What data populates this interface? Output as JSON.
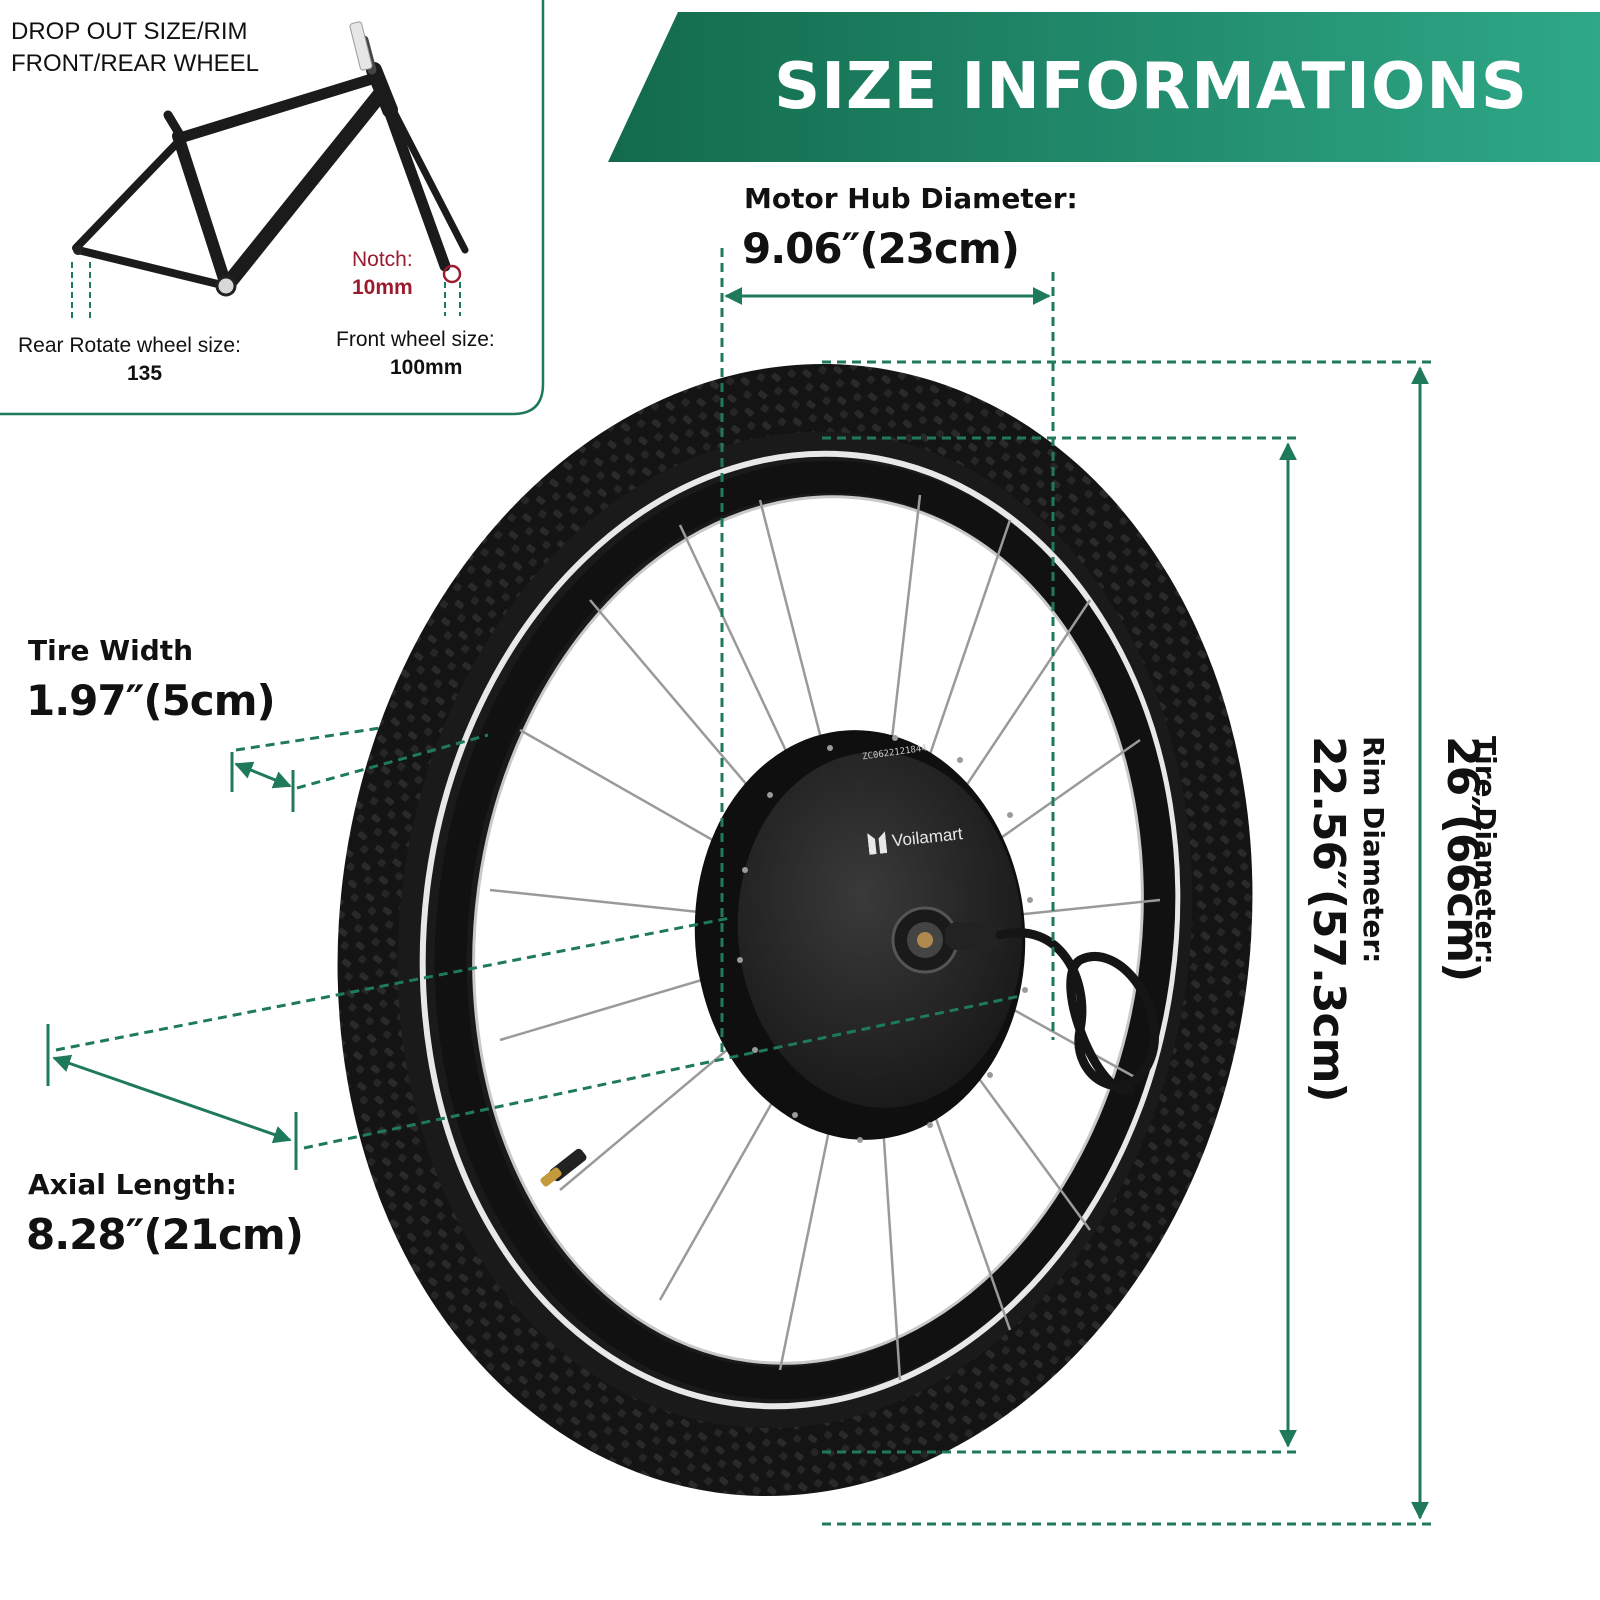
{
  "banner": {
    "title": "SIZE INFORMATIONS"
  },
  "inset": {
    "heading_line1": "DROP OUT SIZE/RIM",
    "heading_line2": "FRONT/REAR WHEEL",
    "notch_label": "Notch:",
    "notch_value": "10mm",
    "rear_label": "Rear Rotate wheel size:",
    "rear_value": "135",
    "front_label": "Front wheel size:",
    "front_value": "100mm"
  },
  "dimensions": {
    "motor_hub": {
      "label": "Motor Hub Diameter:",
      "value": "9.06″(23cm)"
    },
    "tire_width": {
      "label": "Tire Width",
      "value": "1.97″(5cm)"
    },
    "axial_length": {
      "label": "Axial Length:",
      "value": "8.28″(21cm)"
    },
    "rim_diameter": {
      "label": "Rim Diameter:",
      "value": "22.56″(57.3cm)"
    },
    "tire_diameter": {
      "label": "Tire Diameter:",
      "value": "26″(66cm)"
    }
  },
  "product": {
    "brand": "Voilamart",
    "serial": "ZC0622121844"
  },
  "colors": {
    "brand_green": "#1f7a5c",
    "banner_gradient_start": "#136a4c",
    "banner_gradient_end": "#2ea888",
    "notch_red": "#9b1b2e"
  }
}
